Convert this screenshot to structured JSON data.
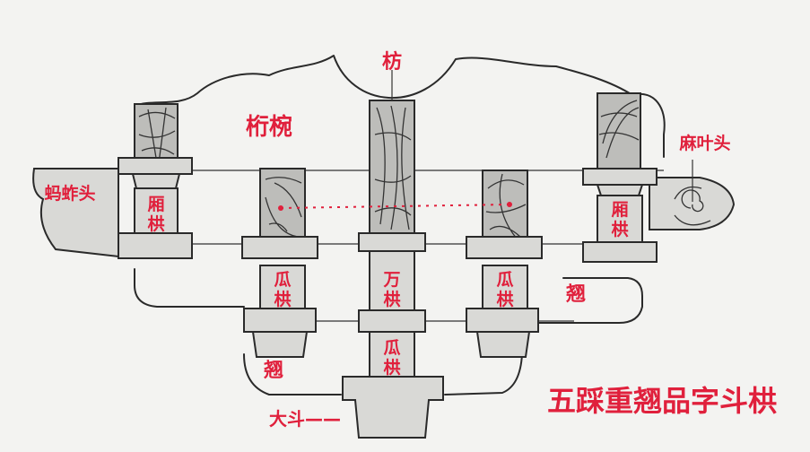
{
  "diagram": {
    "title": "五踩重翘品字斗栱",
    "labels": {
      "fang": "枋",
      "hengwan": "桁椀",
      "mazha_tou": "蚂蚱头",
      "maye_tou": "麻叶头",
      "xiang_gong_left": "厢\n栱",
      "xiang_gong_right": "厢\n栱",
      "gua_gong_left": "瓜\n栱",
      "wan_gong": "万\n栱",
      "gua_gong_right": "瓜\n栱",
      "gua_gong_bottom": "瓜\n栱",
      "qiao_left": "翘",
      "qiao_right": "翘",
      "da_dou": "大斗——"
    },
    "colors": {
      "label": "#e0203c",
      "ink": "#2a2a2a",
      "paper": "#f3f3f1"
    }
  }
}
